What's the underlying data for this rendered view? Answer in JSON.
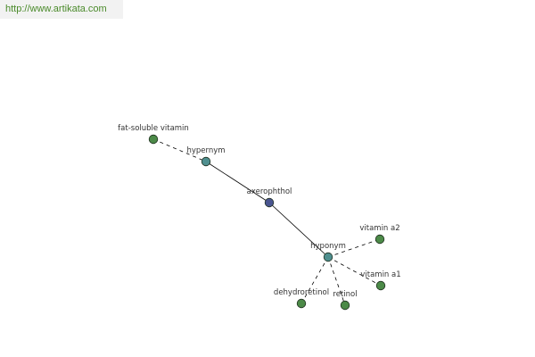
{
  "banner": {
    "url": "http://www.artikata.com"
  },
  "colors": {
    "center": "#4a5590",
    "relation": "#4f8f8f",
    "term": "#4c8a48"
  },
  "nodes": {
    "fat_soluble_vitamin": {
      "label": "fat-soluble vitamin",
      "kind": "term"
    },
    "hypernym": {
      "label": "hypernym",
      "kind": "relation"
    },
    "axerophthol": {
      "label": "axerophthol",
      "kind": "center"
    },
    "hyponym": {
      "label": "hyponym",
      "kind": "relation"
    },
    "vitamin_a2": {
      "label": "vitamin a2",
      "kind": "term"
    },
    "vitamin_a1": {
      "label": "vitamin a1",
      "kind": "term"
    },
    "dehydroretinol": {
      "label": "dehydroretinol",
      "kind": "term"
    },
    "retinol": {
      "label": "retinol",
      "kind": "term"
    }
  },
  "edges": [
    {
      "from": "fat_soluble_vitamin",
      "to": "hypernym",
      "style": "dashed"
    },
    {
      "from": "hypernym",
      "to": "axerophthol",
      "style": "solid"
    },
    {
      "from": "axerophthol",
      "to": "hyponym",
      "style": "solid"
    },
    {
      "from": "hyponym",
      "to": "vitamin_a2",
      "style": "dashed"
    },
    {
      "from": "hyponym",
      "to": "vitamin_a1",
      "style": "dashed"
    },
    {
      "from": "hyponym",
      "to": "dehydroretinol",
      "style": "dashed"
    },
    {
      "from": "hyponym",
      "to": "retinol",
      "style": "dashed"
    }
  ]
}
